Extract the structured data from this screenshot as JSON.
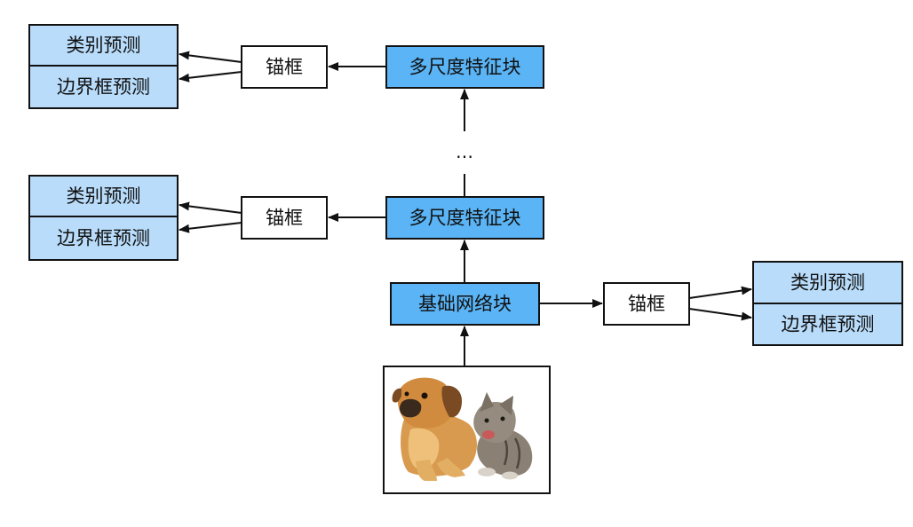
{
  "labels": {
    "class_prediction": "类别预测",
    "bbox_prediction": "边界框预测",
    "anchor": "锚框",
    "multiscale_block": "多尺度特征块",
    "base_block": "基础网络块",
    "ellipsis": "…"
  },
  "colors": {
    "block_fill": "#5ab4f5",
    "prediction_fill": "#b8dcfa",
    "anchor_fill": "#ffffff",
    "stroke": "#111111"
  },
  "input_image": {
    "subjects": [
      "puppy",
      "kitten"
    ]
  }
}
